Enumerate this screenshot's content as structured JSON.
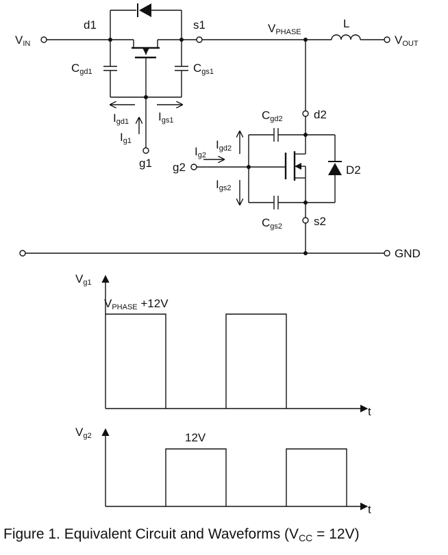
{
  "labels": {
    "vin": "V",
    "vin_sub": "IN",
    "vout": "V",
    "vout_sub": "OUT",
    "vphase": "V",
    "vphase_sub": "PHASE",
    "L": "L",
    "d1": "d1",
    "s1": "s1",
    "g1": "g1",
    "d2": "d2",
    "s2": "s2",
    "g2": "g2",
    "D2": "D2",
    "gnd": "GND",
    "cgd1": "C",
    "cgd1_sub": "gd1",
    "cgs1": "C",
    "cgs1_sub": "gs1",
    "cgd2": "C",
    "cgd2_sub": "gd2",
    "cgs2": "C",
    "cgs2_sub": "gs2",
    "igd1": "I",
    "igd1_sub": "gd1",
    "igs1": "I",
    "igs1_sub": "gs1",
    "ig1": "I",
    "ig1_sub": "g1",
    "ig2": "I",
    "ig2_sub": "g2",
    "igd2": "I",
    "igd2_sub": "gd2",
    "igs2": "I",
    "igs2_sub": "gs2"
  },
  "waveforms": {
    "vg1_axis": "V",
    "vg1_axis_sub": "g1",
    "vg1_level": "V",
    "vg1_level_sub": "PHASE",
    "vg1_level_rest": " +12V",
    "vg2_axis": "V",
    "vg2_axis_sub": "g2",
    "vg2_level": "12V",
    "t_label_1": "t",
    "t_label_2": "t"
  },
  "caption": {
    "text": "Figure 1. Equivalent Circuit and Waveforms (V",
    "sub": "CC",
    "rest": " = 12V)"
  }
}
